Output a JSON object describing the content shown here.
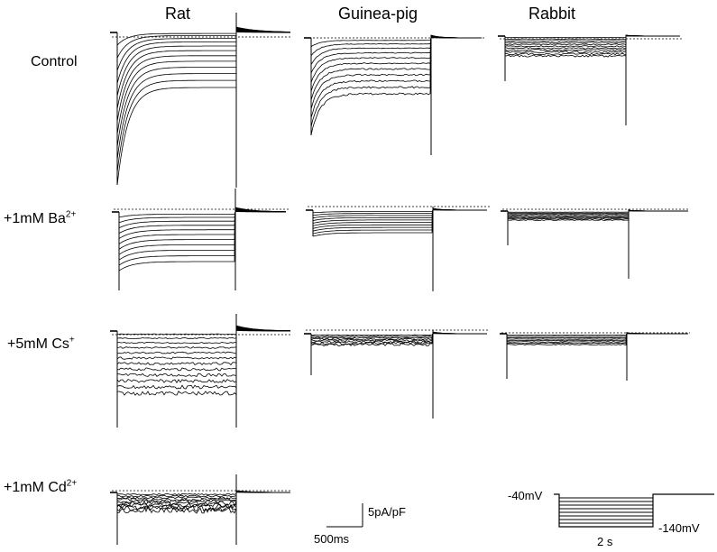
{
  "columns": [
    "Rat",
    "Guinea-pig",
    "Rabbit"
  ],
  "rows": [
    {
      "main": "Control",
      "sup": ""
    },
    {
      "main": "+1mM Ba",
      "sup": "2+"
    },
    {
      "main": "+5mM Cs",
      "sup": "+"
    },
    {
      "main": "+1mM Cd",
      "sup": "2+"
    }
  ],
  "scale_bar": {
    "current": "5pA/pF",
    "time": "500ms"
  },
  "protocol": {
    "holding": "-40mV",
    "minimum": "-140mV",
    "duration": "2 s"
  },
  "colors": {
    "trace": "#000000",
    "background": "#ffffff"
  }
}
